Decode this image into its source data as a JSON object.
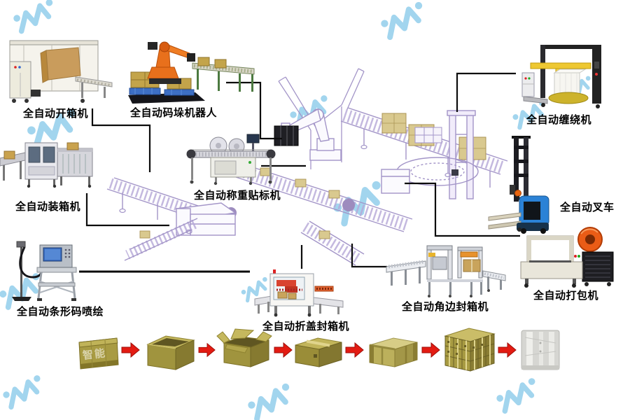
{
  "diagram_title": "automated-packaging-line",
  "machines": [
    {
      "name": "carton-opener",
      "label": "全自动开箱机"
    },
    {
      "name": "palletizing-robot",
      "label": "全自动码垛机器人"
    },
    {
      "name": "wrapping-machine",
      "label": "全自动缠绕机"
    },
    {
      "name": "case-packer",
      "label": "全自动装箱机"
    },
    {
      "name": "weighing-labeling-machine",
      "label": "全自动称重贴标机"
    },
    {
      "name": "forklift",
      "label": "全自动叉车"
    },
    {
      "name": "barcode-inkjet-printer",
      "label": "全自动条形码喷绘"
    },
    {
      "name": "flap-folding-sealer",
      "label": "全自动折盖封箱机"
    },
    {
      "name": "corner-edge-sealer",
      "label": "全自动角边封箱机"
    },
    {
      "name": "strapping-machine",
      "label": "全自动打包机"
    }
  ],
  "process_flow": {
    "stages": [
      "flat-carton-blank",
      "erected-open-carton",
      "carton-flaps-open",
      "sealed-carton",
      "corner-taped-carton",
      "palletized-carton-stack",
      "stretch-wrapped-pallet"
    ],
    "arrow_icon": "red-right-arrow"
  },
  "watermark": {
    "logo": "iwa-brand-watermark",
    "color": "#8ccbeb",
    "overlay_text": "智能"
  },
  "colors": {
    "background": "#ffffff",
    "label_text": "#000000",
    "connector_line": "#0c0c0c",
    "flow_arrow": "#e31b12",
    "carton": "#a89b42",
    "central_lineart": "#a395c8",
    "robot_orange": "#e8701c",
    "pallet_blue": "#3d6fc4",
    "forklift_blue": "#2b82d6",
    "strap_coil_orange": "#ea5c16"
  }
}
